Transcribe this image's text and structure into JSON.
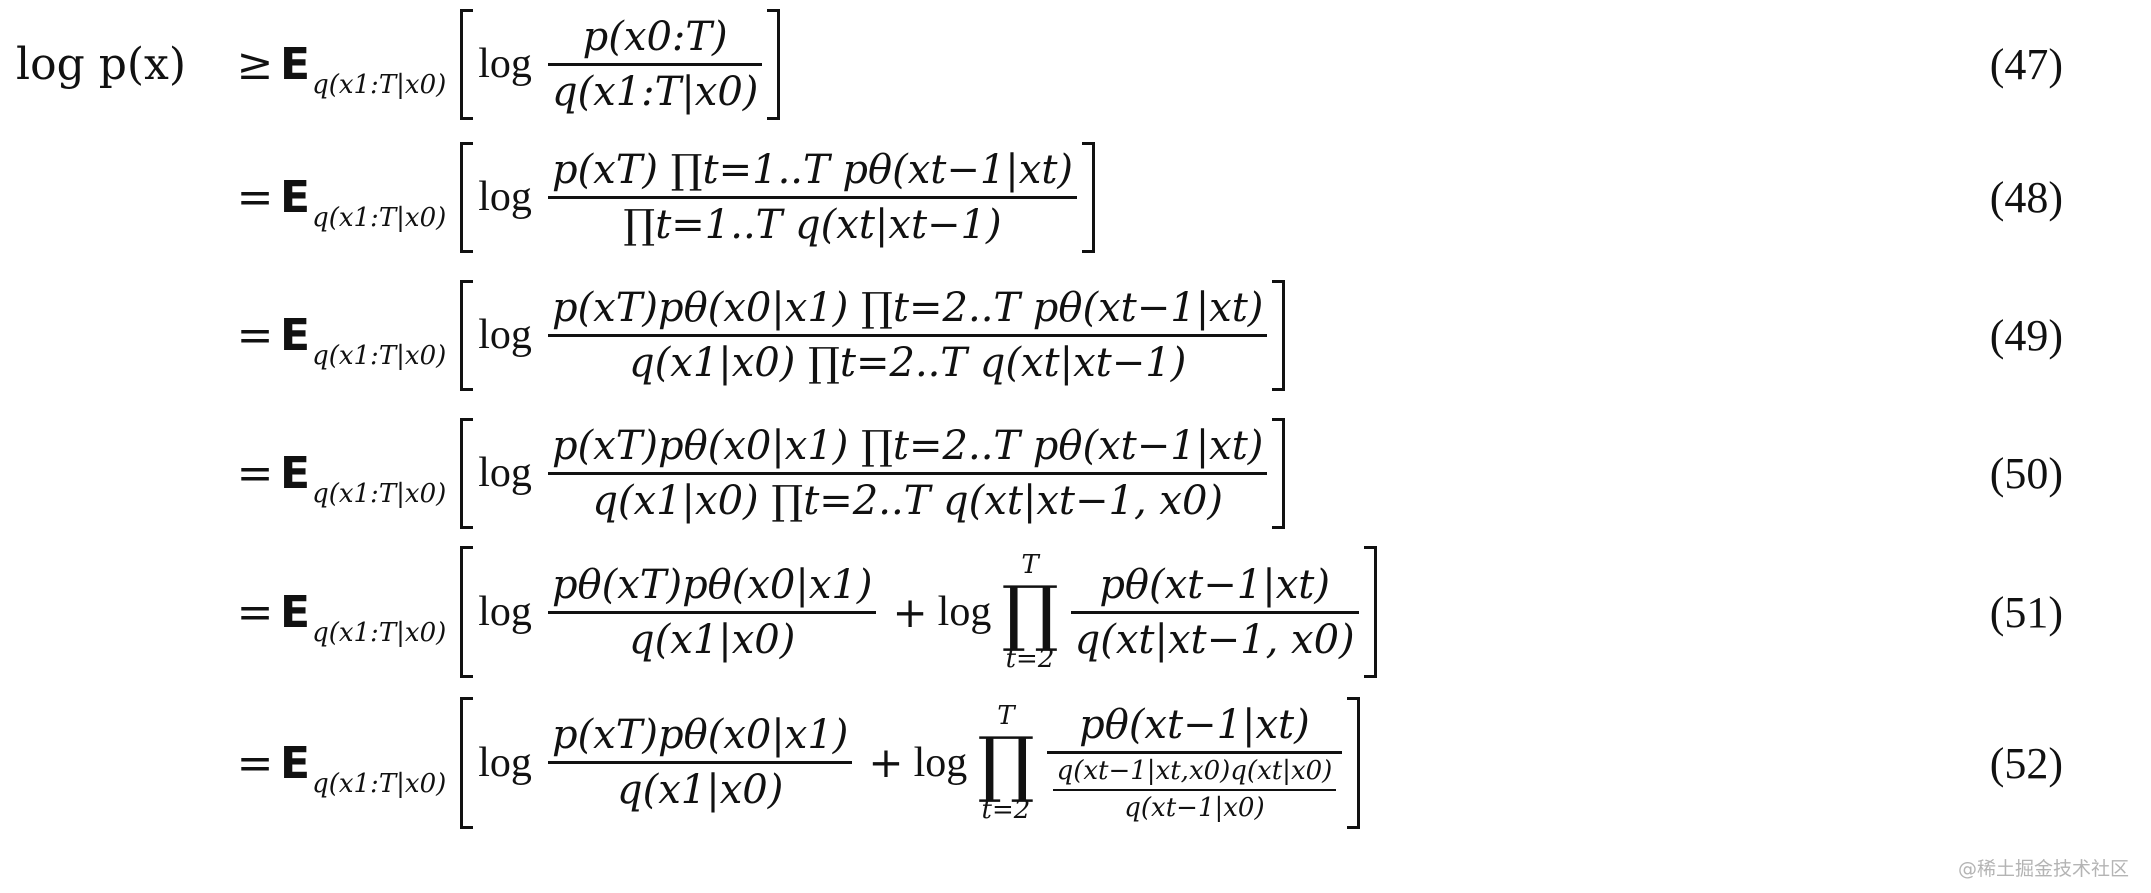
{
  "equations": [
    {
      "number": "(47)",
      "lhs": "log p(x)",
      "relation": "≥",
      "expectation": "E",
      "expectation_subscript": "q(x1:T|x0)",
      "log": "log",
      "terms": [
        {
          "numerator": "p(x0:T)",
          "denominator": "q(x1:T|x0)"
        }
      ]
    },
    {
      "number": "(48)",
      "relation": "=",
      "expectation": "E",
      "expectation_subscript": "q(x1:T|x0)",
      "log": "log",
      "terms": [
        {
          "numerator": "p(xT) ∏t=1..T pθ(xt−1|xt)",
          "denominator": "∏t=1..T q(xt|xt−1)"
        }
      ]
    },
    {
      "number": "(49)",
      "relation": "=",
      "expectation": "E",
      "expectation_subscript": "q(x1:T|x0)",
      "log": "log",
      "terms": [
        {
          "numerator": "p(xT)pθ(x0|x1) ∏t=2..T pθ(xt−1|xt)",
          "denominator": "q(x1|x0) ∏t=2..T q(xt|xt−1)"
        }
      ]
    },
    {
      "number": "(50)",
      "relation": "=",
      "expectation": "E",
      "expectation_subscript": "q(x1:T|x0)",
      "log": "log",
      "terms": [
        {
          "numerator": "p(xT)pθ(x0|x1) ∏t=2..T pθ(xt−1|xt)",
          "denominator": "q(x1|x0) ∏t=2..T q(xt|xt−1, x0)"
        }
      ]
    },
    {
      "number": "(51)",
      "relation": "=",
      "expectation": "E",
      "expectation_subscript": "q(x1:T|x0)",
      "log": "log",
      "plus": "+",
      "log2": "log",
      "product_upper": "T",
      "product_lower": "t=2",
      "terms": [
        {
          "numerator": "pθ(xT)pθ(x0|x1)",
          "denominator": "q(x1|x0)"
        },
        {
          "numerator": "pθ(xt−1|xt)",
          "denominator": "q(xt|xt−1, x0)"
        }
      ]
    },
    {
      "number": "(52)",
      "relation": "=",
      "expectation": "E",
      "expectation_subscript": "q(x1:T|x0)",
      "log": "log",
      "plus": "+",
      "log2": "log",
      "product_upper": "T",
      "product_lower": "t=2",
      "terms": [
        {
          "numerator": "p(xT)pθ(x0|x1)",
          "denominator": "q(x1|x0)"
        },
        {
          "numerator": "pθ(xt−1|xt)",
          "nested_numerator": "q(xt−1|xt,x0)q(xt|x0)",
          "nested_denominator": "q(xt−1|x0)"
        }
      ]
    }
  ],
  "watermark": "@稀土掘金技术社区"
}
